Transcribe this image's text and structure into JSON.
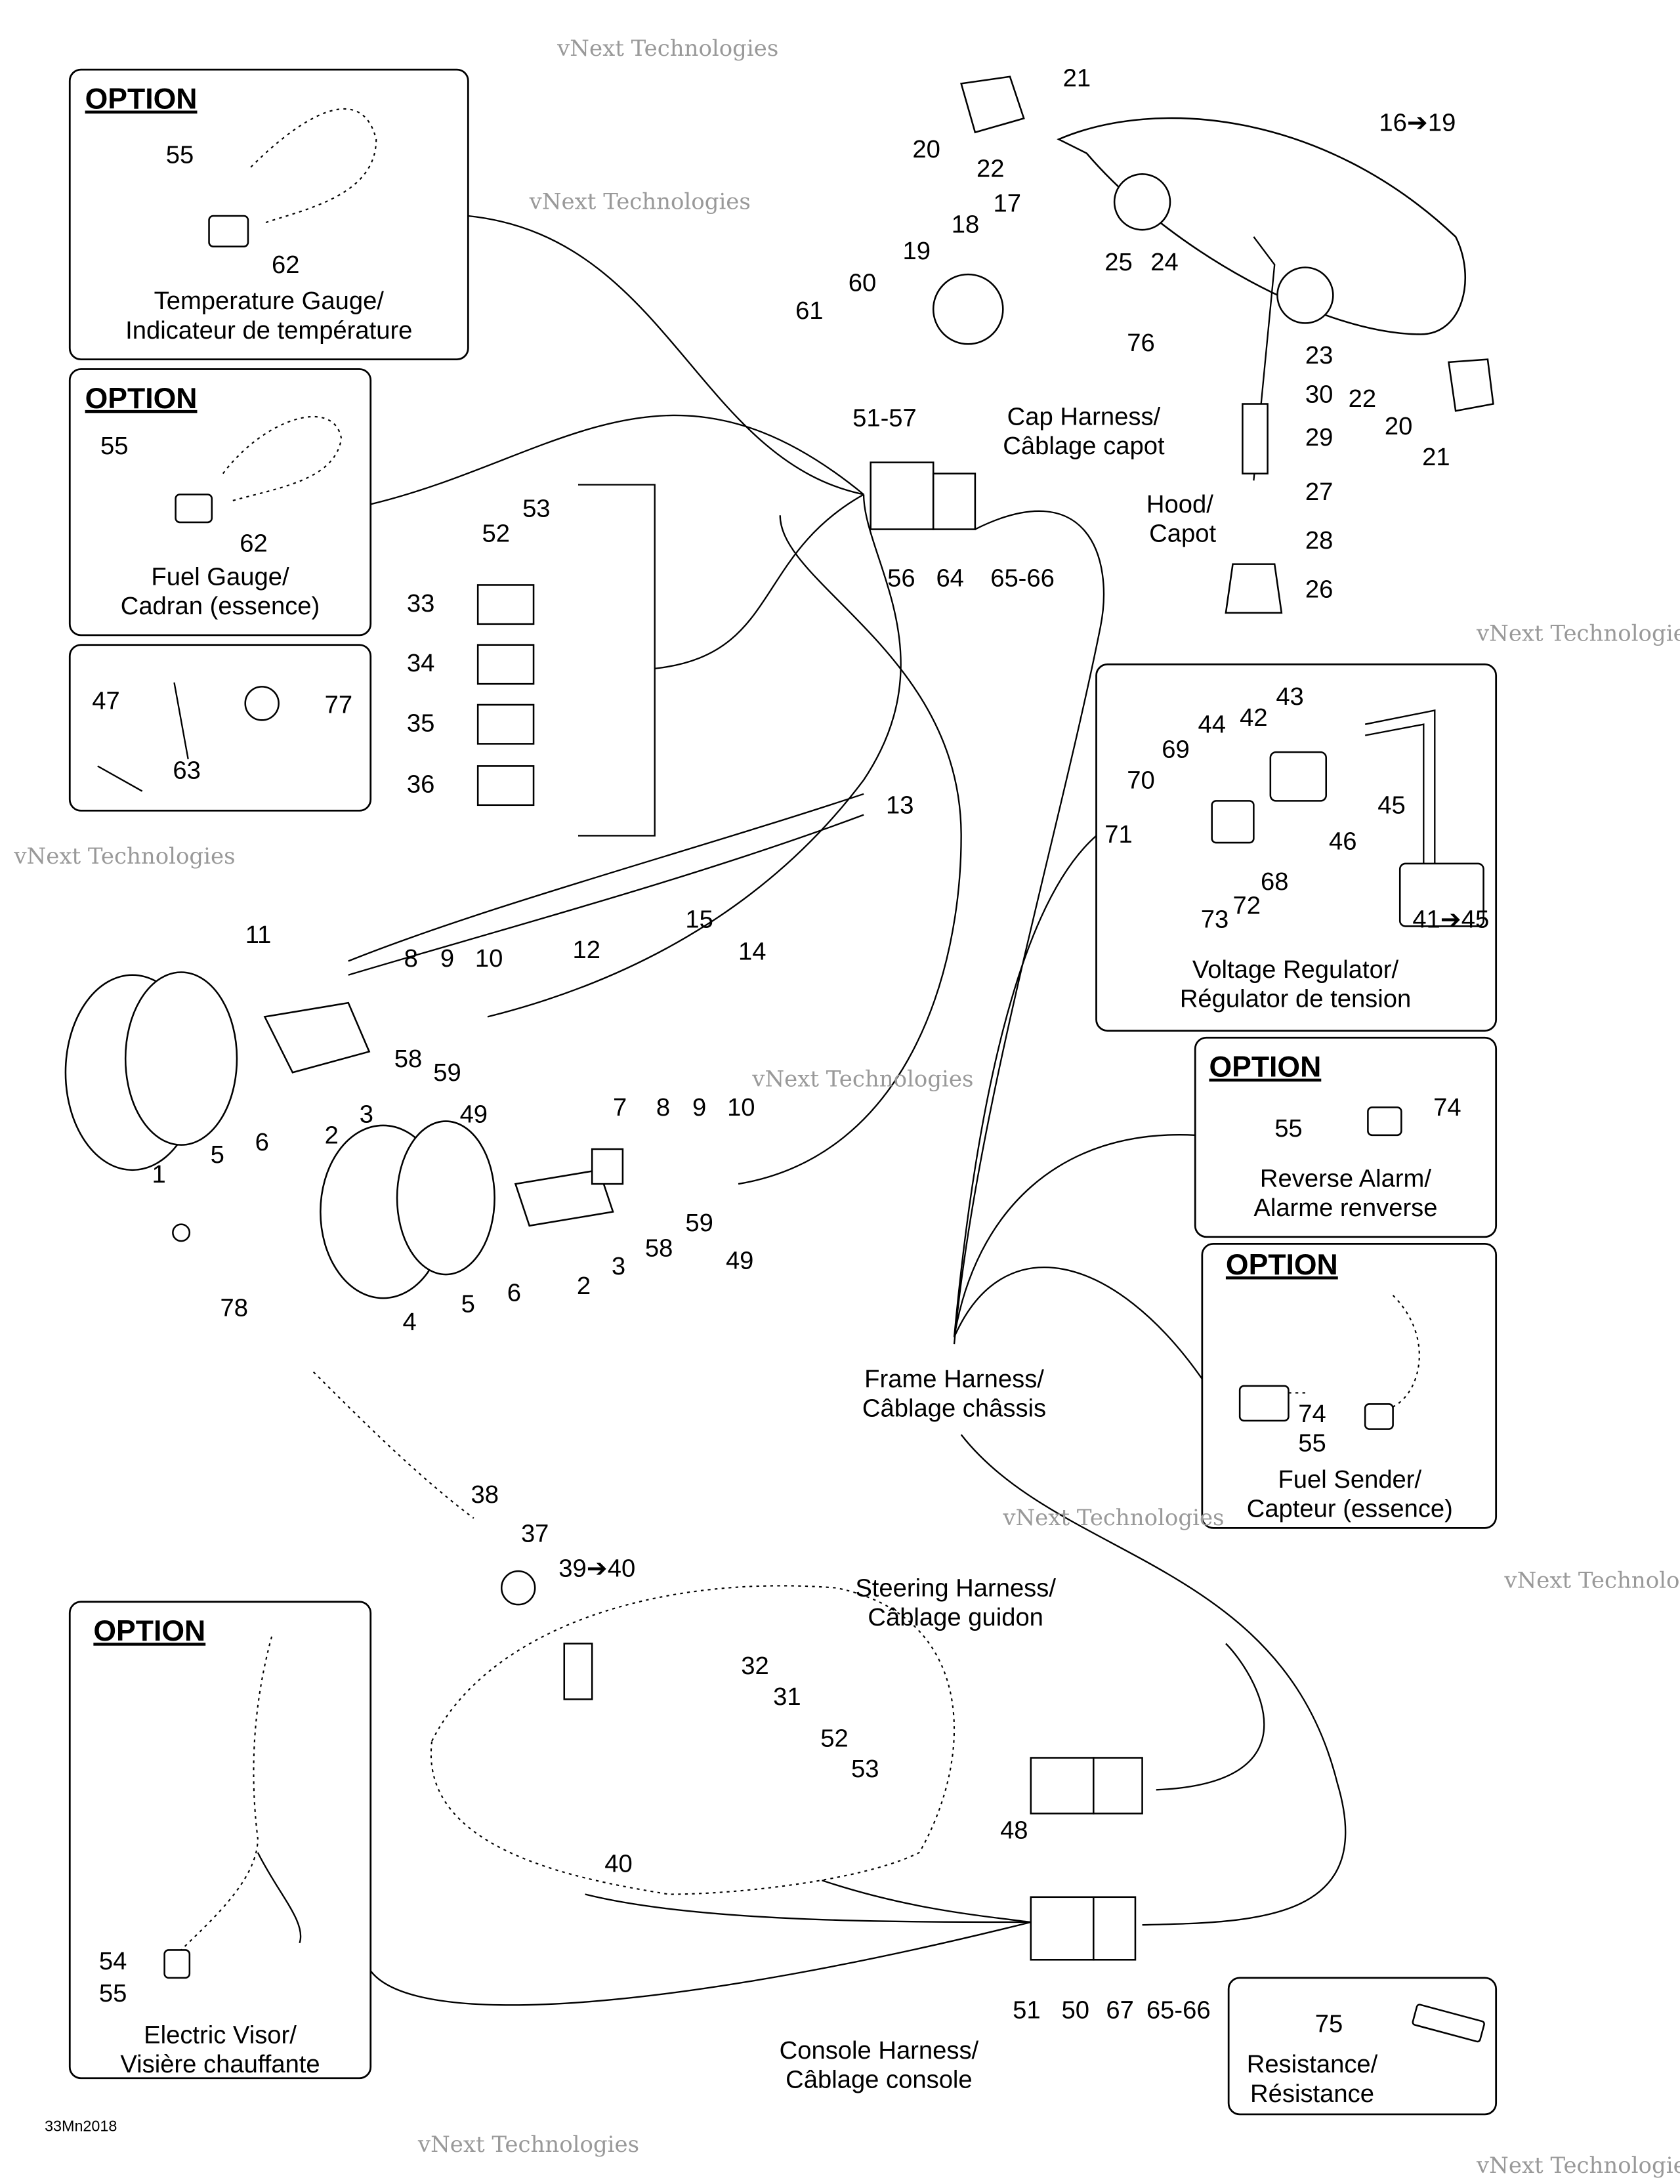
{
  "option_label": "OPTION",
  "boxes": {
    "temperature_gauge": {
      "title": "OPTION",
      "caption_en": "Temperature Gauge/",
      "caption_fr": "Indicateur de température"
    },
    "fuel_gauge": {
      "title": "OPTION",
      "caption_en": "Fuel Gauge/",
      "caption_fr": "Cadran (essence)"
    },
    "voltage_regulator": {
      "caption_en": "Voltage Regulator/",
      "caption_fr": "Régulator de tension"
    },
    "reverse_alarm": {
      "title": "OPTION",
      "caption_en": "Reverse Alarm/",
      "caption_fr": "Alarme renverse"
    },
    "fuel_sender": {
      "title": "OPTION",
      "caption_en": "Fuel Sender/",
      "caption_fr": "Capteur (essence)"
    },
    "electric_visor": {
      "title": "OPTION",
      "caption_en": "Electric Visor/",
      "caption_fr": "Visière chauffante"
    },
    "resistance": {
      "caption_en": "Resistance/",
      "caption_fr": "Résistance"
    }
  },
  "harness_labels": {
    "cap": {
      "en": "Cap Harness/",
      "fr": "Câblage capot"
    },
    "hood": {
      "en": "Hood/",
      "fr": "Capot"
    },
    "frame": {
      "en": "Frame Harness/",
      "fr": "Câblage châssis"
    },
    "steering": {
      "en": "Steering Harness/",
      "fr": "Câblage guidon"
    },
    "console": {
      "en": "Console Harness/",
      "fr": "Câblage console"
    }
  },
  "callouts": [
    "21",
    "20",
    "22",
    "16➔19",
    "17",
    "18",
    "25",
    "24",
    "19",
    "60",
    "61",
    "76",
    "23",
    "30",
    "22",
    "20",
    "29",
    "21",
    "27",
    "28",
    "26",
    "51-57",
    "56",
    "64",
    "65-66",
    "55",
    "62",
    "55",
    "62",
    "47",
    "77",
    "63",
    "53",
    "52",
    "33",
    "34",
    "35",
    "36",
    "13",
    "12",
    "15",
    "14",
    "11",
    "8",
    "9",
    "10",
    "59",
    "58",
    "49",
    "3",
    "2",
    "1",
    "5",
    "6",
    "7",
    "8",
    "9",
    "10",
    "59",
    "58",
    "49",
    "3",
    "2",
    "4",
    "5",
    "6",
    "78",
    "43",
    "44",
    "42",
    "69",
    "70",
    "45",
    "71",
    "46",
    "68",
    "73",
    "72",
    "41➔45",
    "55",
    "74",
    "74",
    "55",
    "38",
    "37",
    "39➔40",
    "32",
    "31",
    "52",
    "53",
    "40",
    "48",
    "54",
    "55",
    "51",
    "50",
    "67",
    "65-66",
    "75"
  ],
  "watermark": {
    "line1": "vNext Technologies",
    "line2": "Technologies"
  },
  "footer_code": "33Mn2018"
}
